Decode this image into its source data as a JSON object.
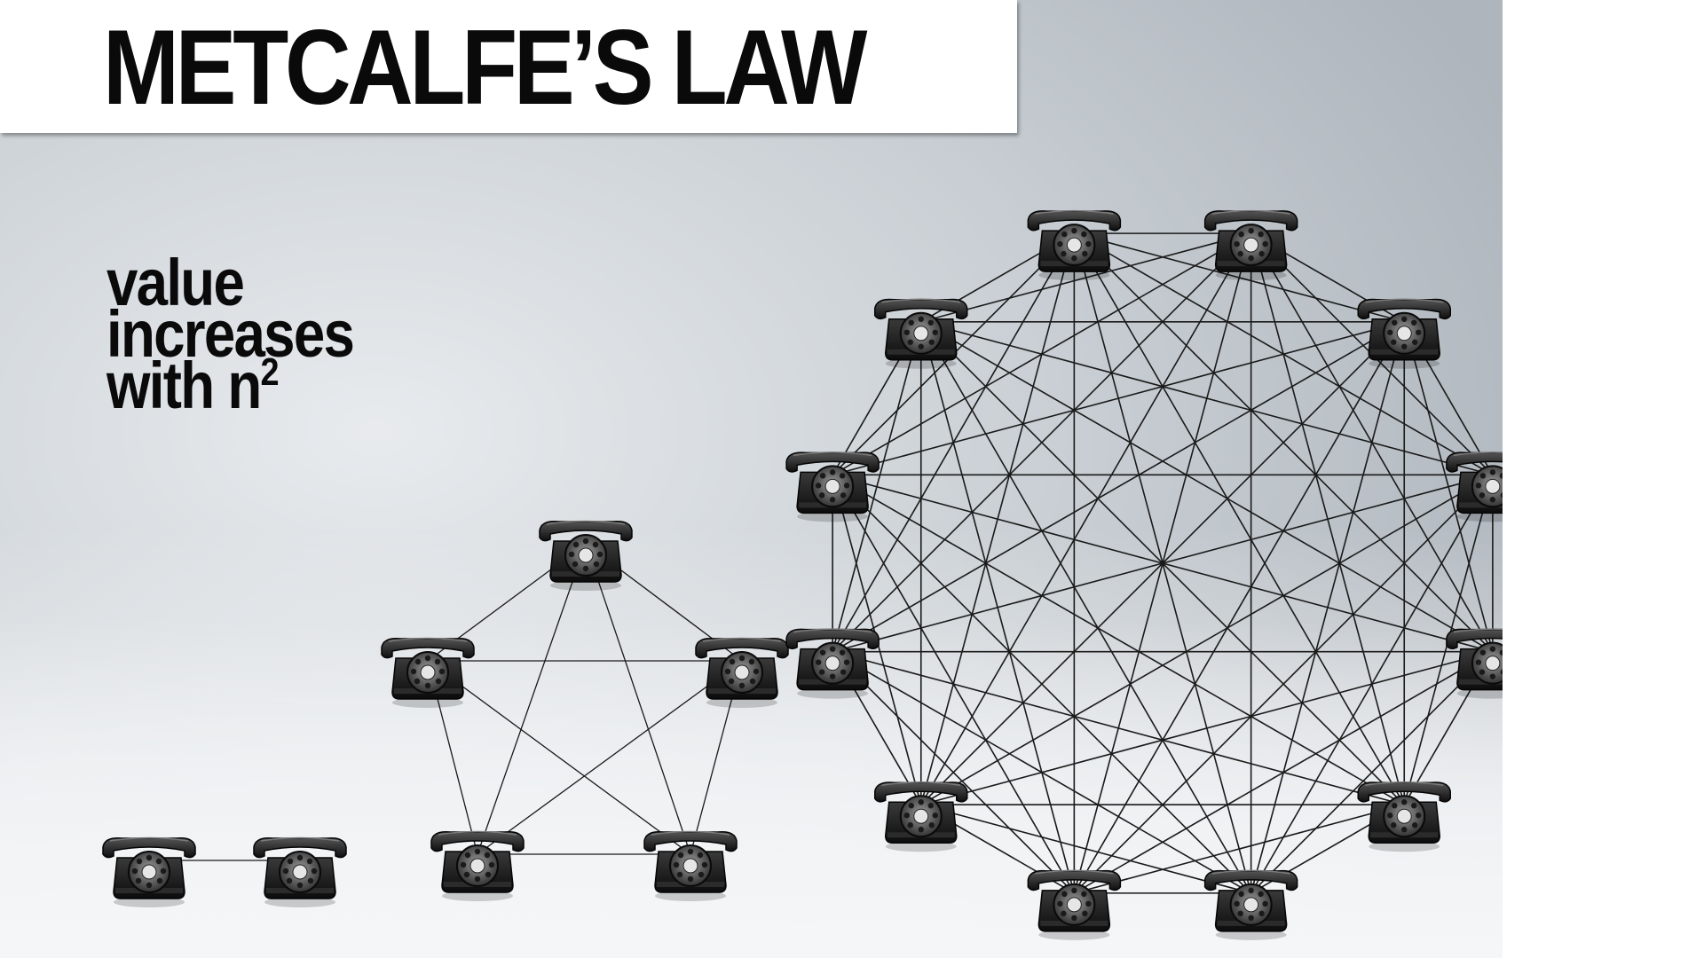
{
  "title": "METCALFE’S LAW",
  "caption": {
    "line1": "value",
    "line2": "increases",
    "line3_prefix": "with n",
    "line3_sup": "2"
  },
  "networks": [
    {
      "name": "network-2-phones",
      "nodes": 2
    },
    {
      "name": "network-5-phones",
      "nodes": 5
    },
    {
      "name": "network-12-phones",
      "nodes": 12
    }
  ],
  "icon": "rotary-telephone-icon",
  "colors": {
    "phone": "#141414",
    "line": "#1a1a1a",
    "title_box": "#ffffff",
    "text": "#0a0a0a"
  }
}
